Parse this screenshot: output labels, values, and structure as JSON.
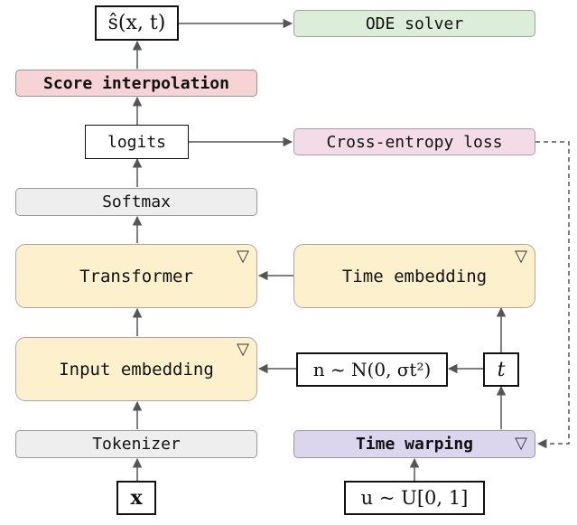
{
  "nodes": {
    "score_output": "ŝ(x, t)",
    "ode_solver": "ODE solver",
    "score_interpolation": "Score interpolation",
    "logits": "logits",
    "cross_entropy_loss": "Cross-entropy loss",
    "softmax": "Softmax",
    "transformer": "Transformer",
    "time_embedding": "Time embedding",
    "input_embedding": "Input embedding",
    "noise": "n ~ N(0, σt²)",
    "t": "t",
    "tokenizer": "Tokenizer",
    "time_warping": "Time warping",
    "x": "x",
    "u": "u ~ U[0, 1]"
  },
  "colors": {
    "gray_box": "#eeeeee",
    "yellow_box": "#fdf0cc",
    "pink_box": "#f6d3d4",
    "light_pink_box": "#f3dce8",
    "green_box": "#dceed9",
    "purple_box": "#dbd5ee",
    "arrow": "#555555"
  },
  "marker_icon": "trainable-triangle-icon"
}
